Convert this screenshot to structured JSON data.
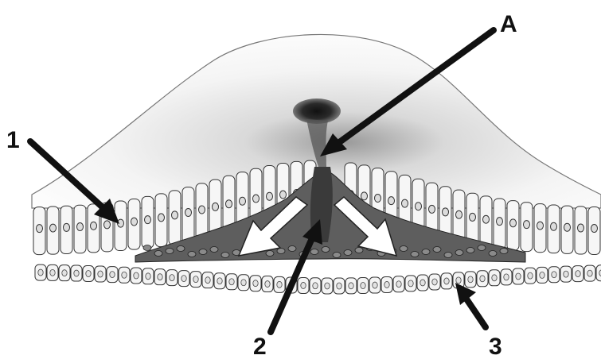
{
  "labels": {
    "a": "A",
    "one": "1",
    "two": "2",
    "three": "3"
  },
  "colors": {
    "ink": "#111111",
    "cell_fill": "#f4f4f4",
    "mesoderm": "#5a5a5a",
    "arrow_fill": "#ffffff",
    "bulge_fill": "#f2f2f2"
  }
}
